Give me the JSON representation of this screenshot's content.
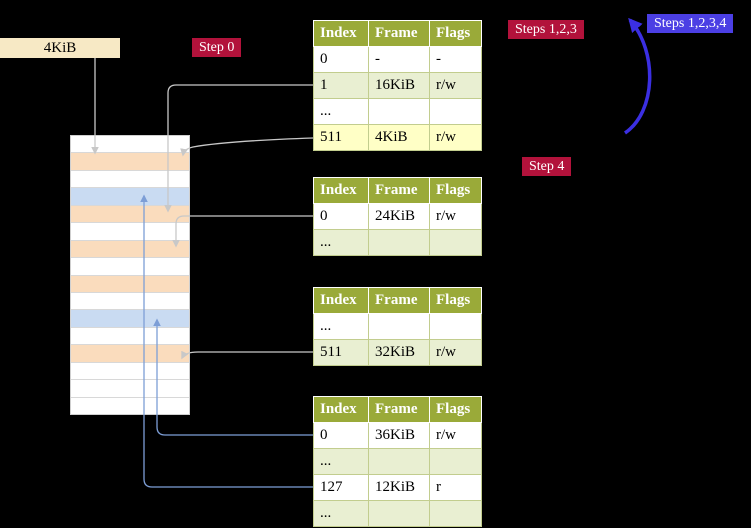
{
  "memory_label": "4KiB",
  "badges": [
    {
      "id": "step0",
      "label": "Step 0",
      "color": "crimson"
    },
    {
      "id": "steps123",
      "label": "Steps 1,2,3",
      "color": "crimson"
    },
    {
      "id": "steps1234",
      "label": "Steps 1,2,3,4",
      "color": "blue"
    },
    {
      "id": "step4",
      "label": "Step 4",
      "color": "crimson"
    }
  ],
  "page_tables": [
    {
      "headers": [
        "Index",
        "Frame",
        "Flags"
      ],
      "rows": [
        {
          "index": "0",
          "frame": "-",
          "flags": "-",
          "variant": "white"
        },
        {
          "index": "1",
          "frame": "16KiB",
          "flags": "r/w",
          "variant": "green"
        },
        {
          "index": "...",
          "frame": "",
          "flags": "",
          "variant": "white"
        },
        {
          "index": "511",
          "frame": "4KiB",
          "flags": "r/w",
          "variant": "highlight"
        }
      ]
    },
    {
      "headers": [
        "Index",
        "Frame",
        "Flags"
      ],
      "rows": [
        {
          "index": "0",
          "frame": "24KiB",
          "flags": "r/w",
          "variant": "white"
        },
        {
          "index": "...",
          "frame": "",
          "flags": "",
          "variant": "green"
        }
      ]
    },
    {
      "headers": [
        "Index",
        "Frame",
        "Flags"
      ],
      "rows": [
        {
          "index": "...",
          "frame": "",
          "flags": "",
          "variant": "white"
        },
        {
          "index": "511",
          "frame": "32KiB",
          "flags": "r/w",
          "variant": "green"
        }
      ]
    },
    {
      "headers": [
        "Index",
        "Frame",
        "Flags"
      ],
      "rows": [
        {
          "index": "0",
          "frame": "36KiB",
          "flags": "r/w",
          "variant": "white"
        },
        {
          "index": "...",
          "frame": "",
          "flags": "",
          "variant": "green"
        },
        {
          "index": "127",
          "frame": "12KiB",
          "flags": "r",
          "variant": "white"
        },
        {
          "index": "...",
          "frame": "",
          "flags": "",
          "variant": "green"
        }
      ]
    }
  ],
  "memory": {
    "rows": [
      "white",
      "peach",
      "white",
      "blue",
      "peach",
      "white",
      "peach",
      "white",
      "peach",
      "white",
      "blue",
      "white",
      "peach",
      "white",
      "white",
      "white"
    ]
  },
  "colors": {
    "background": "#000000",
    "badge_crimson": "#b2123b",
    "badge_blue": "#4b3fe4",
    "table_header_green": "#9aaa39",
    "table_row_green": "#e9efd2",
    "table_row_highlight": "#ffffc6",
    "memory_label_bg": "#f7e9c5",
    "frame_peach": "#fadcbd",
    "frame_blue": "#c9dbf2",
    "arrow_gray": "#c8c8c8",
    "arrow_blue": "#7d9ed6",
    "arrow_big_blue": "#3b2fe2"
  }
}
